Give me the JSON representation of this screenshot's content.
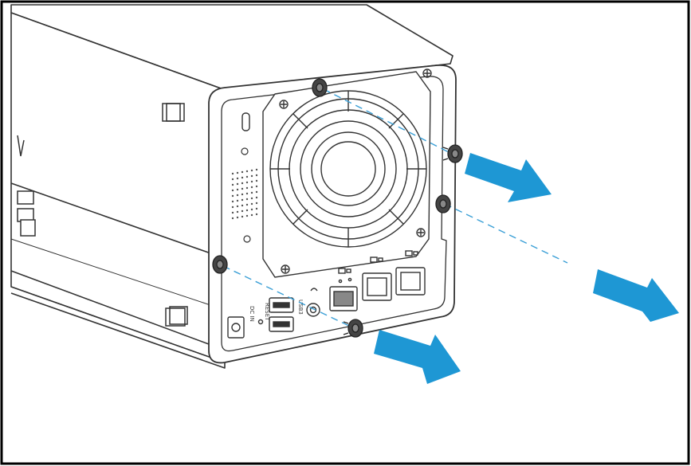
{
  "labels": {
    "dc_in": "DC IN",
    "usb": "USB3",
    "reset": "RESET"
  },
  "colors": {
    "arrow": "#1e97d4",
    "guide_line": "#3a9fd6",
    "outline": "#333333",
    "frame": "#000000"
  }
}
